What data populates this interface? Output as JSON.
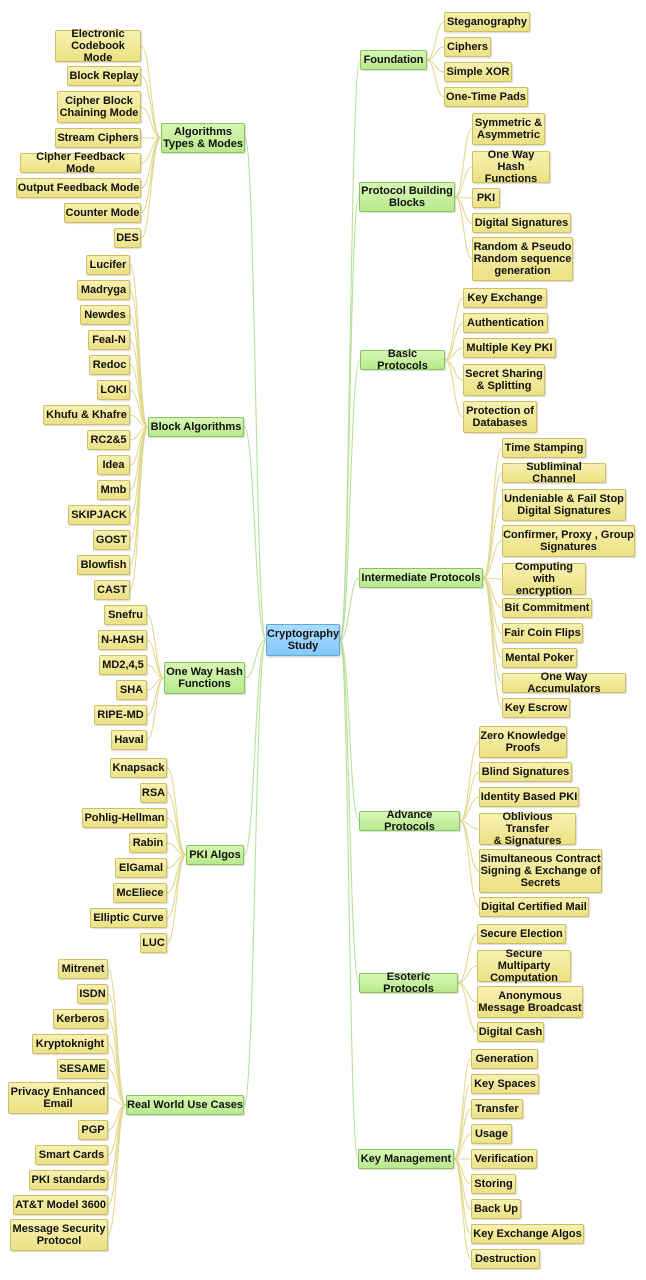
{
  "root": {
    "label": "Cryptography\nStudy"
  },
  "branches": {
    "algorithms_types_modes": {
      "label": "Algorithms\nTypes & Modes",
      "items": [
        "Electronic\nCodebook Mode",
        "Block Replay",
        "Cipher Block\nChaining Mode",
        "Stream Ciphers",
        "Cipher Feedback Mode",
        "Output Feedback Mode",
        "Counter Mode",
        "DES"
      ]
    },
    "block_algorithms": {
      "label": "Block Algorithms",
      "items": [
        "Lucifer",
        "Madryga",
        "Newdes",
        "Feal-N",
        "Redoc",
        "LOKI",
        "Khufu & Khafre",
        "RC2&5",
        "Idea",
        "Mmb",
        "SKIPJACK",
        "GOST",
        "Blowfish",
        "CAST"
      ]
    },
    "one_way_hash_functions": {
      "label": "One Way Hash\nFunctions",
      "items": [
        "Snefru",
        "N-HASH",
        "MD2,4,5",
        "SHA",
        "RIPE-MD",
        "Haval"
      ]
    },
    "pki_algos": {
      "label": "PKI Algos",
      "items": [
        "Knapsack",
        "RSA",
        "Pohlig-Hellman",
        "Rabin",
        "ElGamal",
        "McEliece",
        "Elliptic Curve",
        "LUC"
      ]
    },
    "real_world_use_cases": {
      "label": "Real World Use Cases",
      "items": [
        "Mitrenet",
        "ISDN",
        "Kerberos",
        "Kryptoknight",
        "SESAME",
        "Privacy Enhanced\nEmail",
        "PGP",
        "Smart Cards",
        "PKI standards",
        "AT&T Model 3600",
        "Message Security\nProtocol"
      ]
    },
    "foundation": {
      "label": "Foundation",
      "items": [
        "Steganography",
        "Ciphers",
        "Simple XOR",
        "One-Time Pads"
      ]
    },
    "protocol_building_blocks": {
      "label": "Protocol Building\nBlocks",
      "items": [
        "Symmetric &\nAsymmetric",
        "One Way Hash\nFunctions",
        "PKI",
        "Digital Signatures",
        "Random & Pseudo\nRandom sequence\ngeneration"
      ]
    },
    "basic_protocols": {
      "label": "Basic Protocols",
      "items": [
        "Key Exchange",
        "Authentication",
        "Multiple Key PKI",
        "Secret Sharing\n& Splitting",
        "Protection of\nDatabases"
      ]
    },
    "intermediate_protocols": {
      "label": "Intermediate Protocols",
      "items": [
        "Time Stamping",
        "Subliminal Channel",
        "Undeniable & Fail Stop\nDigital Signatures",
        "Confirmer, Proxy , Group\nSignatures",
        "Computing with\nencryption",
        "Bit Commitment",
        "Fair Coin Flips",
        "Mental Poker",
        "One Way Accumulators",
        "Key Escrow"
      ]
    },
    "advance_protocols": {
      "label": "Advance Protocols",
      "items": [
        "Zero Knowledge\nProofs",
        "Blind Signatures",
        "Identity Based PKI",
        "Oblivious Transfer\n& Signatures",
        "Simultaneous Contract\nSigning & Exchange of\nSecrets",
        "Digital Certified Mail"
      ]
    },
    "esoteric_protocols": {
      "label": "Esoteric Protocols",
      "items": [
        "Secure Election",
        "Secure Multiparty\nComputation",
        "Anonymous\nMessage Broadcast",
        "Digital Cash"
      ]
    },
    "key_management": {
      "label": "Key Management",
      "items": [
        "Generation",
        "Key Spaces",
        "Transfer",
        "Usage",
        "Verification",
        "Storing",
        "Back Up",
        "Key Exchange Algos",
        "Destruction"
      ]
    }
  }
}
